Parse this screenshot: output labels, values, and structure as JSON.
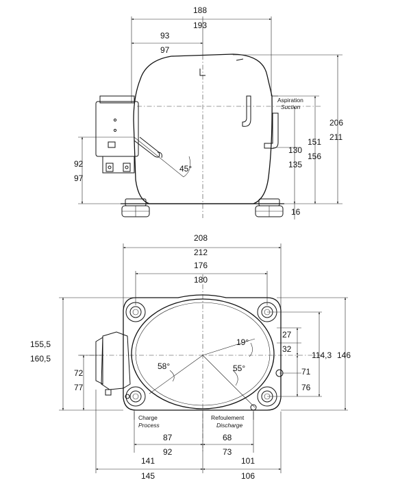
{
  "side_view": {
    "width_outer": "188",
    "width_outer_alt": "193",
    "width_inner": "93",
    "width_inner_alt": "97",
    "height_total": "206",
    "height_total_alt": "211",
    "height_suction": "151",
    "height_suction_alt": "156",
    "height_suction_low": "130",
    "height_suction_low_alt": "135",
    "height_base": "16",
    "height_terminal": "92",
    "height_terminal_alt": "97",
    "angle": "45°",
    "suction_label": "Aspiration",
    "suction_label_en": "Suction"
  },
  "top_view": {
    "width_outer": "208",
    "width_outer_alt": "212",
    "width_inner": "176",
    "width_inner_alt": "180",
    "depth_left": "155,5",
    "depth_left_alt": "160,5",
    "depth_left_low": "72",
    "depth_left_low_alt": "77",
    "right_27": "27",
    "right_32": "32",
    "right_114": "114,3",
    "right_146": "146",
    "right_71": "71",
    "right_76": "76",
    "angle_19": "19°",
    "angle_55": "55°",
    "angle_58": "58°",
    "charge_label": "Charge",
    "charge_label_en": "Process",
    "discharge_label": "Refoulement",
    "discharge_label_en": "Discharge",
    "bottom_87": "87",
    "bottom_92": "92",
    "bottom_68": "68",
    "bottom_73": "73",
    "bottom_141": "141",
    "bottom_145": "145",
    "bottom_101": "101",
    "bottom_106": "106"
  }
}
